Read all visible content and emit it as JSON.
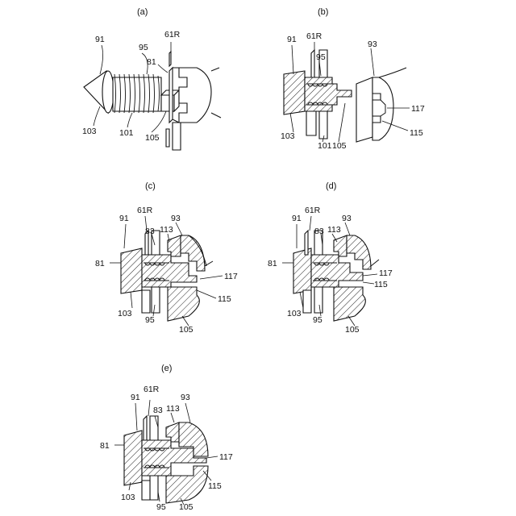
{
  "figure": {
    "panels": [
      {
        "id": "a",
        "caption": "(a)",
        "labels": {
          "l91": "91",
          "l95": "95",
          "l61R": "61R",
          "l81": "81",
          "l103": "103",
          "l101": "101",
          "l105": "105"
        }
      },
      {
        "id": "b",
        "caption": "(b)",
        "labels": {
          "l91": "91",
          "l61R": "61R",
          "l95": "95",
          "l93": "93",
          "l117": "117",
          "l103": "103",
          "l101": "101",
          "l105": "105",
          "l115": "115"
        }
      },
      {
        "id": "c",
        "caption": "(c)",
        "labels": {
          "l91": "91",
          "l61R": "61R",
          "l83": "83",
          "l113": "113",
          "l93": "93",
          "l81": "81",
          "l117": "117",
          "l115": "115",
          "l103": "103",
          "l95": "95",
          "l105": "105"
        }
      },
      {
        "id": "d",
        "caption": "(d)",
        "labels": {
          "l91": "91",
          "l61R": "61R",
          "l83": "83",
          "l113": "113",
          "l93": "93",
          "l81": "81",
          "l117": "117",
          "l115": "115",
          "l103": "103",
          "l95": "95",
          "l105": "105"
        }
      },
      {
        "id": "e",
        "caption": "(e)",
        "labels": {
          "l91": "91",
          "l61R": "61R",
          "l83": "83",
          "l113": "113",
          "l93": "93",
          "l81": "81",
          "l117": "117",
          "l115": "115",
          "l103": "103",
          "l95": "95",
          "l105": "105"
        }
      }
    ]
  }
}
